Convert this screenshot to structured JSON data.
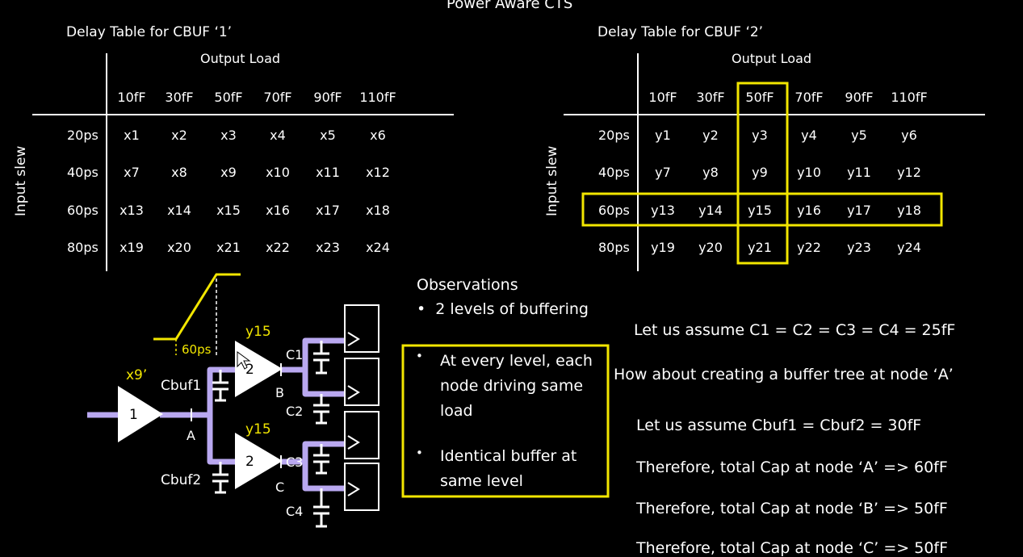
{
  "title": "Power Aware CTS",
  "table1": {
    "title": "Delay Table for CBUF ‘1’",
    "col_header": "Output Load",
    "row_header": "Input slew",
    "columns": [
      "10fF",
      "30fF",
      "50fF",
      "70fF",
      "90fF",
      "110fF"
    ],
    "rows": [
      "20ps",
      "40ps",
      "60ps",
      "80ps"
    ],
    "cells": [
      [
        "x1",
        "x2",
        "x3",
        "x4",
        "x5",
        "x6"
      ],
      [
        "x7",
        "x8",
        "x9",
        "x10",
        "x11",
        "x12"
      ],
      [
        "x13",
        "x14",
        "x15",
        "x16",
        "x17",
        "x18"
      ],
      [
        "x19",
        "x20",
        "x21",
        "x22",
        "x23",
        "x24"
      ]
    ]
  },
  "table2": {
    "title": "Delay Table for CBUF ‘2’",
    "col_header": "Output Load",
    "row_header": "Input slew",
    "columns": [
      "10fF",
      "30fF",
      "50fF",
      "70fF",
      "90fF",
      "110fF"
    ],
    "rows": [
      "20ps",
      "40ps",
      "60ps",
      "80ps"
    ],
    "cells": [
      [
        "y1",
        "y2",
        "y3",
        "y4",
        "y5",
        "y6"
      ],
      [
        "y7",
        "y8",
        "y9",
        "y10",
        "y11",
        "y12"
      ],
      [
        "y13",
        "y14",
        "y15",
        "y16",
        "y17",
        "y18"
      ],
      [
        "y19",
        "y20",
        "y21",
        "y22",
        "y23",
        "y24"
      ]
    ],
    "highlight_column": "50fF",
    "highlight_row": "60ps"
  },
  "circuit": {
    "slew_label": "60ps",
    "buf1_label": "1",
    "buf1_delay": "x9’",
    "buf2a_label": "2",
    "buf2a_delay": "y15",
    "buf2b_label": "2",
    "buf2b_delay": "y15",
    "cbuf1": "Cbuf1",
    "cbuf2": "Cbuf2",
    "node_a": "A",
    "node_b": "B",
    "node_c": "C",
    "c1": "C1",
    "c2": "C2",
    "c3": "C3",
    "c4": "C4"
  },
  "observations": {
    "heading": "Observations",
    "item1": "2 levels of buffering",
    "box_item1": "At every level, each node driving same load",
    "box_item2": "Identical buffer at same level"
  },
  "notes": {
    "n1": "Let us assume C1 = C2 = C3 = C4 = 25fF",
    "n2": "How about creating a buffer tree at node ‘A’",
    "n3": "Let us assume Cbuf1 = Cbuf2 = 30fF",
    "n4": "Therefore, total Cap at node ‘A’  => 60fF",
    "n5": "Therefore, total Cap at node ‘B’  => 50fF",
    "n6": "Therefore, total Cap at node ‘C’  => 50fF"
  },
  "colors": {
    "background": "#000000",
    "highlight": "#f2e600",
    "wire": "#b9a8f0"
  }
}
